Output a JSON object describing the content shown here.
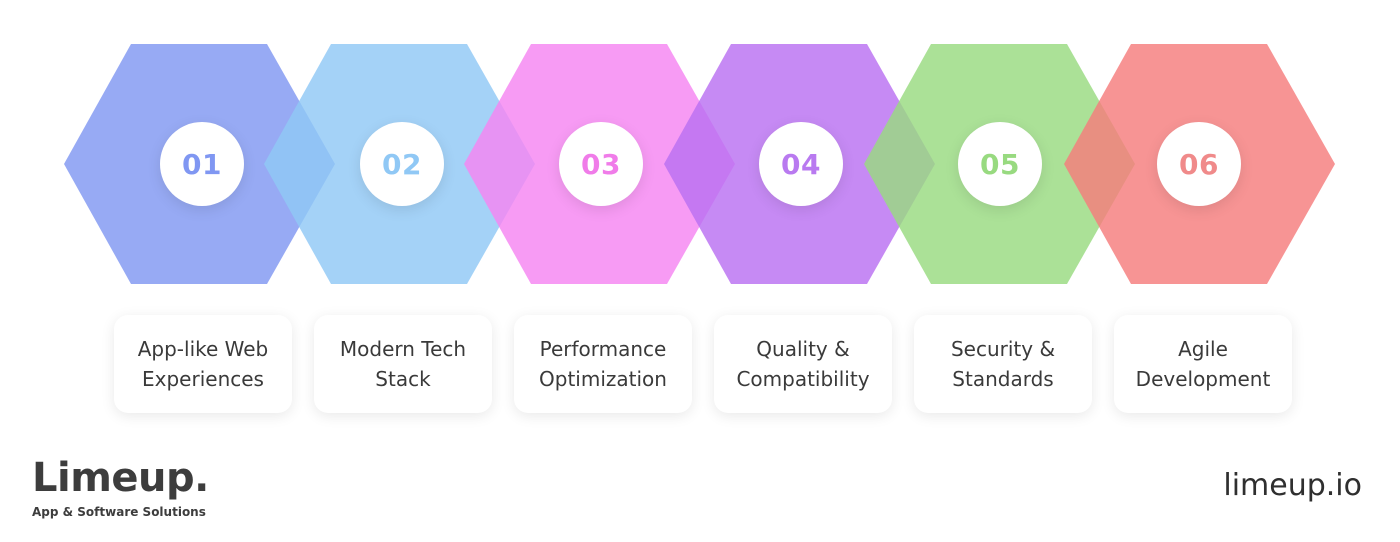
{
  "steps": [
    {
      "number": "01",
      "label": "App-like Web\nExperiences",
      "color": "#8097F2",
      "number_color": "#8097F2"
    },
    {
      "number": "02",
      "label": "Modern Tech\nStack",
      "color": "#90C8F5",
      "number_color": "#90C8F5"
    },
    {
      "number": "03",
      "label": "Performance\nOptimization",
      "color": "#F585F2",
      "number_color": "#F07CE9"
    },
    {
      "number": "04",
      "label": "Quality &\nCompatibility",
      "color": "#BA70F2",
      "number_color": "#B97AF0"
    },
    {
      "number": "05",
      "label": "Security &\nStandards",
      "color": "#98DA80",
      "number_color": "#98DA80"
    },
    {
      "number": "06",
      "label": "Agile\nDevelopment",
      "color": "#F57C7C",
      "number_color": "#F08A8A"
    }
  ],
  "brand": {
    "name": "Limeup.",
    "tagline": "App & Software Solutions",
    "url": "limeup.io"
  }
}
